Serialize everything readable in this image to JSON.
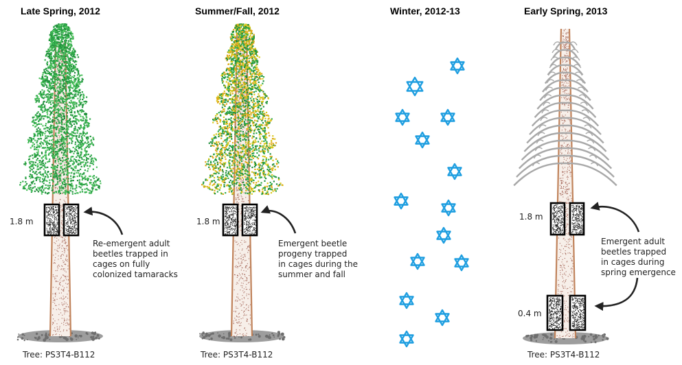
{
  "panels": [
    {
      "title": "Late Spring, 2012",
      "heights": [
        "1.8 m"
      ],
      "caption": "Re-emergent adult\nbeetles trapped in\ncages on fully\ncolonized tamaracks",
      "tree_label": "Tree: PS3T4-B112",
      "foliage_colors": [
        "#2eaa4a",
        "#1f8f3a",
        "#4cc25c"
      ]
    },
    {
      "title": "Summer/Fall, 2012",
      "heights": [
        "1.8 m"
      ],
      "caption": "Emergent beetle\nprogeny trapped\nin cages during the\nsummer and fall",
      "tree_label": "Tree: PS3T4-B112",
      "foliage_colors": [
        "#2eaa4a",
        "#1f8f3a",
        "#d8c81a",
        "#e0a818"
      ]
    },
    {
      "title": "Winter, 2012-13",
      "snowflake_color": "#1e9ee0"
    },
    {
      "title": "Early Spring, 2013",
      "heights": [
        "1.8 m",
        "0.4 m"
      ],
      "caption": "Emergent adult\nbeetles trapped\nin cages during\nspring emergence",
      "tree_label": "Tree: PS3T4-B112",
      "branch_color": "#a8a8a8"
    }
  ],
  "colors": {
    "trunk_edge": "#c0825a",
    "trunk_speckle": "#8a3a2a",
    "ground": "#8c8c8c",
    "cage": "#000000"
  }
}
